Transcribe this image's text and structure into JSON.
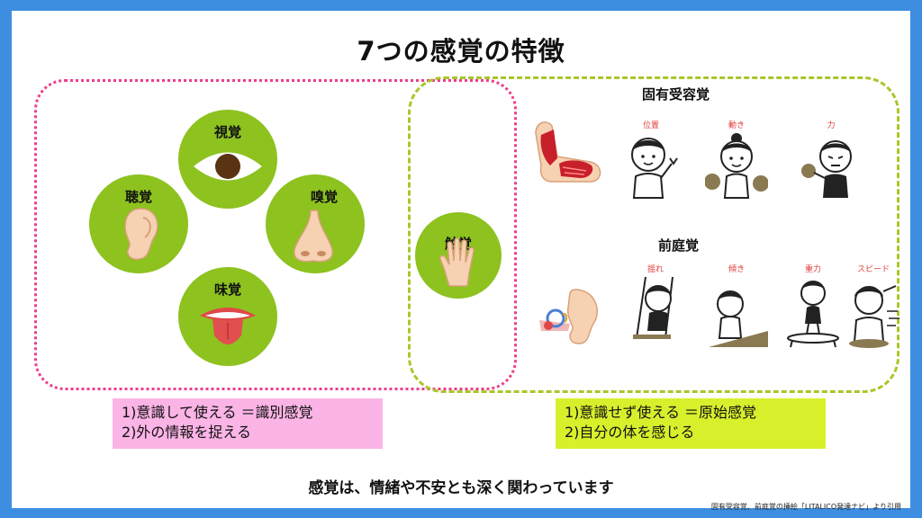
{
  "title": "7つの感覚の特徴",
  "senses": {
    "sight": "視覚",
    "hearing": "聴覚",
    "smell": "嗅覚",
    "taste": "味覚",
    "touch": "触覚"
  },
  "proprioception": {
    "title": "固有受容覚",
    "items": [
      "位置",
      "動き",
      "力"
    ]
  },
  "vestibular": {
    "title": "前庭覚",
    "items": [
      "揺れ",
      "傾き",
      "重力",
      "スピード"
    ]
  },
  "notes": {
    "pink": [
      "1)意識して使える ＝識別感覚",
      "2)外の情報を捉える"
    ],
    "yellow": [
      "1)意識せず使える ＝原始感覚",
      "2)自分の体を感じる"
    ]
  },
  "bottom_message": "感覚は、情緒や不安とも深く関わっています",
  "credit": "固有受容覚、前庭覚の挿絵「LITALICO発達ナビ」より引用",
  "colors": {
    "background": "#3d8ee0",
    "circle": "#8dc21f",
    "pink_border": "#ee3d8c",
    "green_border": "#a8c72a",
    "pink_note": "#fbb4e6",
    "yellow_note": "#d8f02c",
    "caption_red": "#e33b3b"
  }
}
